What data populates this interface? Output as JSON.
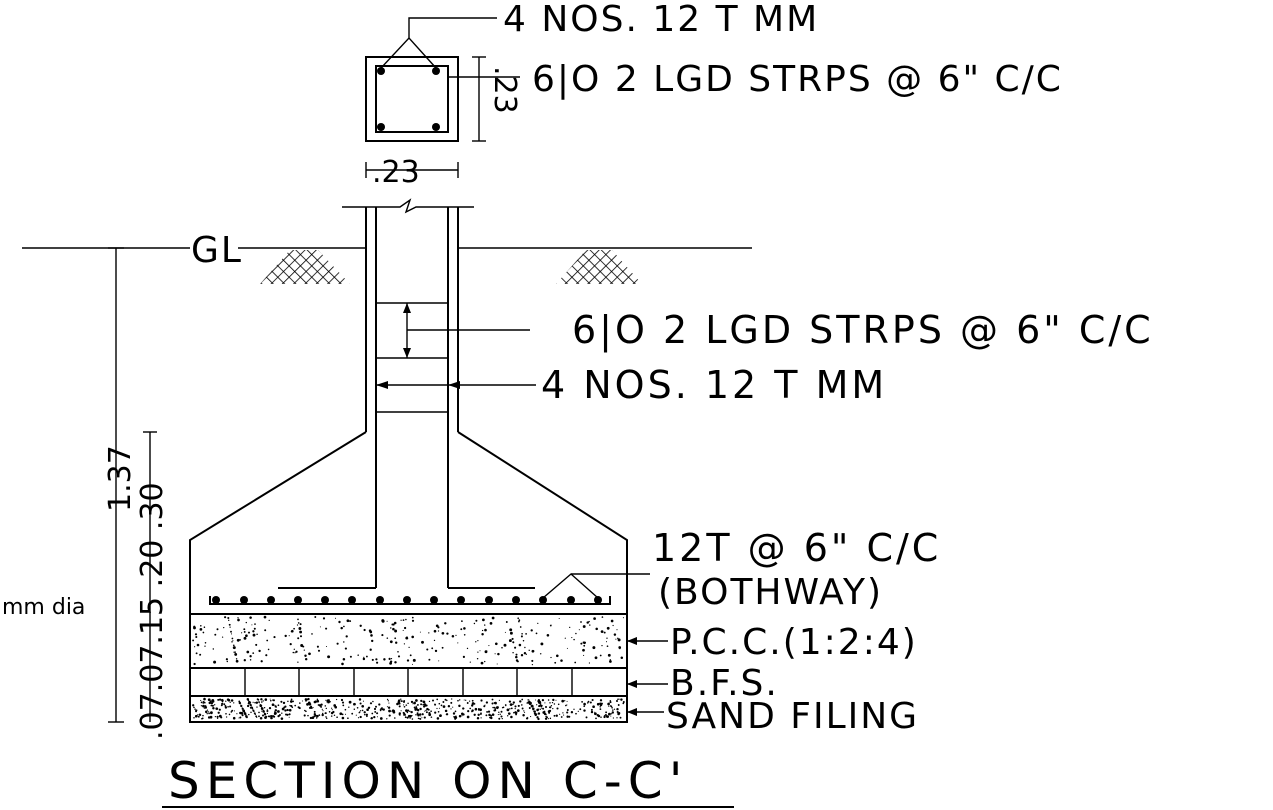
{
  "title": "SECTION ON C-C'",
  "column_section": {
    "main_bars_label": "4 NOS. 12 T MM",
    "stirrups_label": "6|O 2 LGD STRPS @ 6\" C/C",
    "width_dim": ".23",
    "depth_dim": ".23"
  },
  "elevation": {
    "ground_level": "GL",
    "stirrups_label": "6|O 2 LGD STRPS @ 6\" C/C",
    "main_bars_label": "4 NOS. 12 T MM",
    "base_bars_label": "12T @ 6\" C/C",
    "base_bars_note": "(BOTHWAY)",
    "left_note": "mm dia"
  },
  "layers": {
    "pcc": "P.C.C.(1:2:4)",
    "bfs": "B.F.S.",
    "sand": "SAND FILING"
  },
  "dimensions": {
    "total_depth": "1.37",
    "stack_labels": ".07.07.15 .20 .30"
  }
}
